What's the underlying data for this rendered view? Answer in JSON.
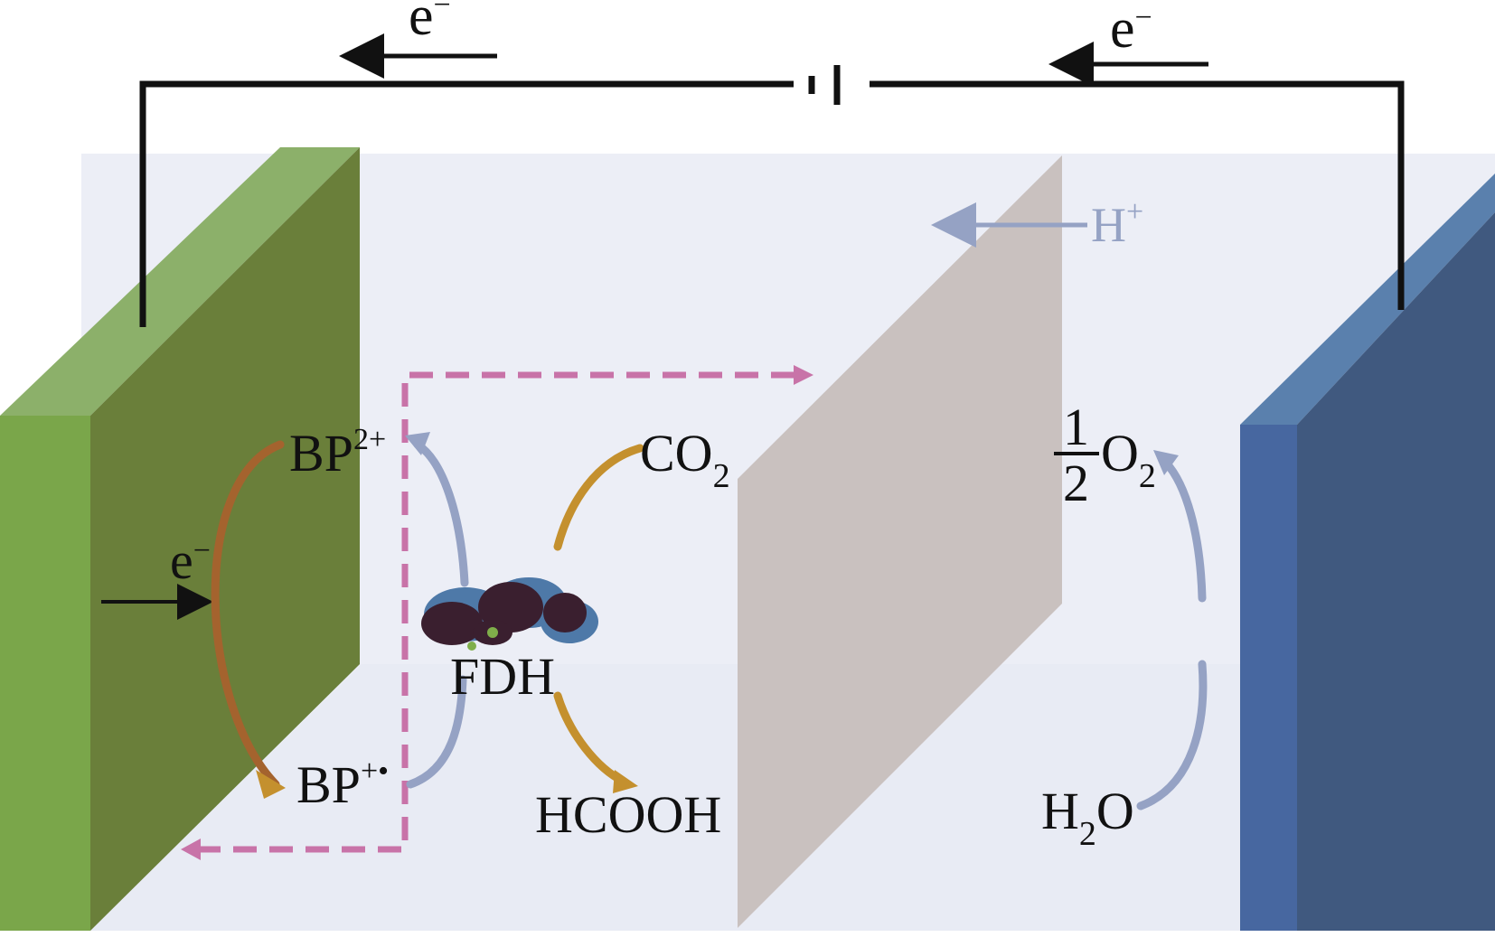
{
  "labels": {
    "electron": "e",
    "electron_charge": "−",
    "bp_oxidized": "BP",
    "bp_oxidized_charge": "2+",
    "bp_reduced": "BP",
    "bp_reduced_charge": "+•",
    "co2": "CO",
    "co2_sub": "2",
    "fdh": "FDH",
    "hcooh": "HCOOH",
    "proton": "H",
    "proton_charge": "+",
    "half_num": "1",
    "half_den": "2",
    "o2": "O",
    "o2_sub": "2",
    "h2o_h": "H",
    "h2o_sub": "2",
    "h2o_o": "O"
  },
  "colors": {
    "cathode_front": "#6a7f3a",
    "cathode_side": "#7aa64a",
    "cathode_top": "#8cb06a",
    "anode_front": "#40597f",
    "anode_side": "#4767a0",
    "anode_top": "#5a80ad",
    "membrane": "#c9c1bf",
    "electrolyte": "#eceef6",
    "wire": "#111111",
    "dashed_path": "#c873a8",
    "mediator_arrow": "#a4632e",
    "substrate_arrow": "#c4902e",
    "blue_arrow": "#95a2c4",
    "enzyme_dark": "#3a1f2f",
    "enzyme_blue": "#4e79a8"
  }
}
